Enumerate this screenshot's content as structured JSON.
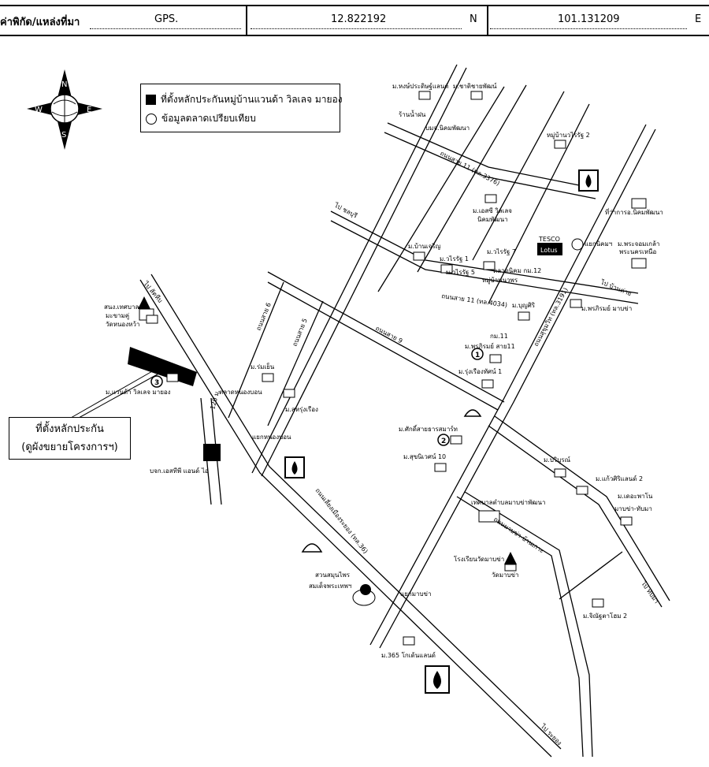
{
  "header": {
    "location_label": "ค่าพิกัด/แหล่งที่มา",
    "source": "GPS.",
    "latitude": "12.822192",
    "lat_dir": "N",
    "longitude": "101.131209",
    "lon_dir": "E"
  },
  "legend": {
    "subject_property": "ที่ตั้งหลักประกันหมู่บ้านแวนด้า วิลเลจ มายอง",
    "comparables": "ข้อมูลตลาดเปรียบเทียบ"
  },
  "callout": {
    "line1": "ที่ตั้งหลักประกัน",
    "line2": "(ดูผังขยายโครงการฯ)"
  },
  "compass": {
    "n": "N",
    "s": "S",
    "e": "E",
    "w": "W"
  },
  "colors": {
    "ink": "#000000",
    "paper": "#ffffff"
  },
  "places": [
    {
      "label": "ม.หงษ์ประดิษฐ์แลนด์"
    },
    {
      "label": "ม.ชาติชายพัฒน์"
    },
    {
      "label": "ร้านน้ำฝน"
    },
    {
      "label": "บมจ.นิคมพัฒนา"
    },
    {
      "label": "หมู่บ้านวไรรัฐ 2"
    },
    {
      "label": "ม.เอสซี วิลเลจ"
    },
    {
      "label": "นิคมพัฒนา"
    },
    {
      "label": "ที่ว่าการอ.นิคมพัฒนา"
    },
    {
      "label": "ม.พระจอมเกล้า"
    },
    {
      "label": "พระนครเหนือ"
    },
    {
      "label": "ม.บ้านเจริญ"
    },
    {
      "label": "ม.วไรรัฐ 1"
    },
    {
      "label": "ม.วไรรัฐ 7"
    },
    {
      "label": "ม.วไรรัฐ 5"
    },
    {
      "label": "ตลาดนิคม กม.12"
    },
    {
      "label": "หมู่บ้านนวพร"
    },
    {
      "label": "ม.บุญศิริ"
    },
    {
      "label": "ม.พรภิรมย์ มาบข่า"
    },
    {
      "label": "กม.11"
    },
    {
      "label": "ม.พรภิรมย์ สาย11"
    },
    {
      "label": "ม.รุ่งเรืองทัศน์ 1"
    },
    {
      "label": "สนง.เทศบาล"
    },
    {
      "label": "มะขามคู่"
    },
    {
      "label": "วัดหนองหว้า"
    },
    {
      "label": "ม.ร่มเย็น"
    },
    {
      "label": "ตลาดหนองบอน"
    },
    {
      "label": "ม.สหรุ่งเรือง"
    },
    {
      "label": "ม.แวนด้า วิลเลจ มายอง"
    },
    {
      "label": "แยกหนองบอน"
    },
    {
      "label": "บจก.เอสทีพี แอนด์ ไอ"
    },
    {
      "label": "ม.ศักดิ์สายธารสมาร์ท"
    },
    {
      "label": "ม.สุขนิเวศน์ 10"
    },
    {
      "label": "ม.บริบูรณ์"
    },
    {
      "label": "ม.แก้วศิริแลนด์ 2"
    },
    {
      "label": "เทศบาลตำบลมาบข่าพัฒนา"
    },
    {
      "label": "ม.เดอะพาโน"
    },
    {
      "label": "มาบข่า-ทับมา"
    },
    {
      "label": "โรงเรียนวัดมาบข่า"
    },
    {
      "label": "วัดมาบข่า"
    },
    {
      "label": "สวนสมุนไพร"
    },
    {
      "label": "สมเด็จพระเทพฯ"
    },
    {
      "label": "แยกมาบข่า"
    },
    {
      "label": "ม.จิณัฐตาโฮม 2"
    },
    {
      "label": "ม.365 โกเด้นแลนด์"
    }
  ],
  "road_labels": [
    {
      "label": "ถนนสาย 11 (ทล.3376)"
    },
    {
      "label": "ถนนสาย 11 (ทล.4034)"
    },
    {
      "label": "ถนนสาย 9"
    },
    {
      "label": "ถนนสาย 6"
    },
    {
      "label": "ถนนสาย 5"
    },
    {
      "label": "ถนนเลี่ยงเมืองระยอง (ทล.36)"
    },
    {
      "label": "ถนนมาบข่า-บ้านเกาะ"
    },
    {
      "label": "ถนนสุขุมวิท (ทล.3191)"
    },
    {
      "label": "ไป ชลบุรี"
    },
    {
      "label": "ไป ระยอง"
    },
    {
      "label": "ไป บ้านค่าย"
    },
    {
      "label": "ไป สัตหีบ"
    },
    {
      "label": "ไป ทับมา"
    }
  ],
  "misc": {
    "distance": "120 ม.",
    "tesco": "TESCO",
    "lotus": "Lotus",
    "intersection": "แยกนิคมฯ"
  }
}
